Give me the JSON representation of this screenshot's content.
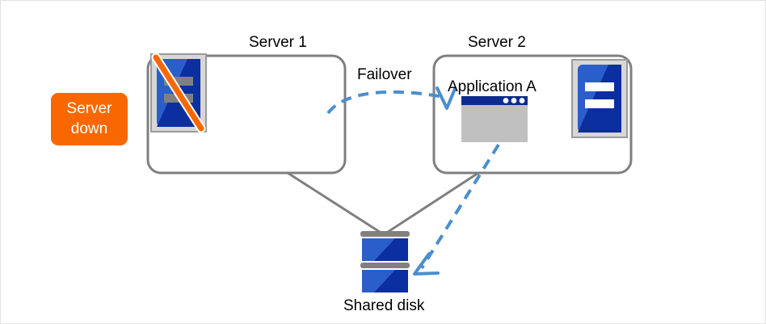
{
  "diagram": {
    "title_server1": "Server 1",
    "title_server2": "Server 2",
    "failover_label": "Failover",
    "application_label": "Application A",
    "shared_disk_label": "Shared disk",
    "badge": {
      "line1": "Server",
      "line2": "down"
    },
    "colors": {
      "badge_orange": "#f96800",
      "box_border_gray": "#7f7f7f",
      "arrow_blue": "#4a8ed0",
      "server_blue_light": "#2a5fc9",
      "server_blue_dark": "#0b2f9e",
      "icon_frame_gray": "#d7d7d7",
      "icon_bar_gray": "#808080",
      "window_titlebar": "#0d2b8c",
      "window_body": "#c0c0c0",
      "disk_separator_gray": "#808080",
      "text_black": "#000000",
      "page_border": "#e3e3e3"
    },
    "icons": {
      "server1": "server-failed-icon",
      "server2": "server-healthy-icon",
      "app": "application-window-icon",
      "disk": "shared-disk-icon",
      "failover_arrow": "dashed-curved-arrow-icon",
      "restore_arrow": "dashed-straight-arrow-icon"
    }
  }
}
